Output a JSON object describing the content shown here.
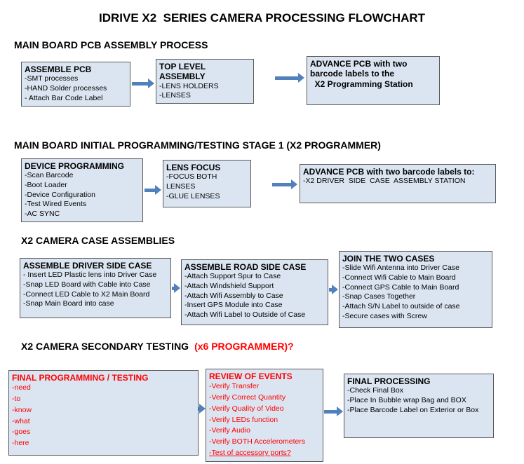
{
  "title": "IDRIVE X2  SERIES CAMERA PROCESSING FLOWCHART",
  "colors": {
    "box_fill": "#dbe5f1",
    "box_border": "#595959",
    "arrow_blue": "#4f81bd",
    "alert_red": "#ff0000"
  },
  "sections": [
    {
      "heading": "MAIN BOARD PCB ASSEMBLY PROCESS",
      "boxes": [
        {
          "title": "ASSEMBLE PCB",
          "lines": [
            "-SMT processes",
            "-HAND Solder processes",
            "- Attach Bar Code Label"
          ]
        },
        {
          "title": "TOP LEVEL ASSEMBLY",
          "lines": [
            "-LENS HOLDERS",
            "-LENSES"
          ]
        },
        {
          "title": "ADVANCE PCB with two\nbarcode labels to the\n  X2 Programming Station",
          "lines": []
        }
      ]
    },
    {
      "heading": "MAIN BOARD INITIAL PROGRAMMING/TESTING STAGE 1 (X2 PROGRAMMER)",
      "boxes": [
        {
          "title": "DEVICE PROGRAMMING",
          "lines": [
            "-Scan Barcode",
            "-Boot Loader",
            "-Device Configuration",
            "-Test Wired Events",
            "-AC SYNC"
          ]
        },
        {
          "title": "LENS FOCUS",
          "lines": [
            "-FOCUS BOTH LENSES",
            "-GLUE LENSES"
          ]
        },
        {
          "title": "ADVANCE PCB with two barcode labels to:",
          "lines": [
            "-X2 DRIVER  SIDE  CASE  ASSEMBLY STATION"
          ]
        }
      ]
    },
    {
      "heading": "X2 CAMERA CASE ASSEMBLIES",
      "boxes": [
        {
          "title": "ASSEMBLE DRIVER SIDE CASE",
          "lines": [
            "- Insert LED Plastic lens into Driver Case",
            "-Snap LED Board with Cable into Case",
            "-Connect LED Cable to X2 Main Board",
            "-Snap Main Board into case"
          ]
        },
        {
          "title": "ASSEMBLE ROAD SIDE CASE",
          "lines": [
            "-Attach Support Spur to Case",
            "-Attach Windshield Support",
            "-Attach Wifi Assembly to Case",
            "-Insert GPS Module into Case",
            "-Attach Wifi Label to Outside of Case"
          ]
        },
        {
          "title": "JOIN THE TWO CASES",
          "lines": [
            "-Slide Wifi Antenna into Driver Case",
            "-Connect Wifi Cable to Main Board",
            "-Connect GPS Cable to Main Board",
            "-Snap Cases Together",
            "-Attach S/N Label to outside of case",
            "-Secure cases with Screw"
          ]
        }
      ]
    },
    {
      "heading": "X2 CAMERA SECONDARY TESTING",
      "heading_red": "(x6 PROGRAMMER)?",
      "boxes": [
        {
          "title": "FINAL PROGRAMMING / TESTING",
          "lines": [
            "-need",
            "-to",
            "-know",
            "-what",
            "-goes",
            "-here"
          ]
        },
        {
          "title": "REVIEW OF EVENTS",
          "lines": [
            "-Verify Transfer",
            "-Verify Correct Quantity",
            "-Verify Quality of Video",
            "-Verify LEDs function",
            "-Verify Audio",
            "-Verify BOTH Accelerometers",
            "-Test of accessory ports?"
          ]
        },
        {
          "title": "FINAL PROCESSING",
          "lines": [
            "-Check Final Box",
            "-Place In Bubble wrap Bag and BOX",
            "-Place Barcode Label on Exterior or Box"
          ]
        }
      ]
    }
  ]
}
